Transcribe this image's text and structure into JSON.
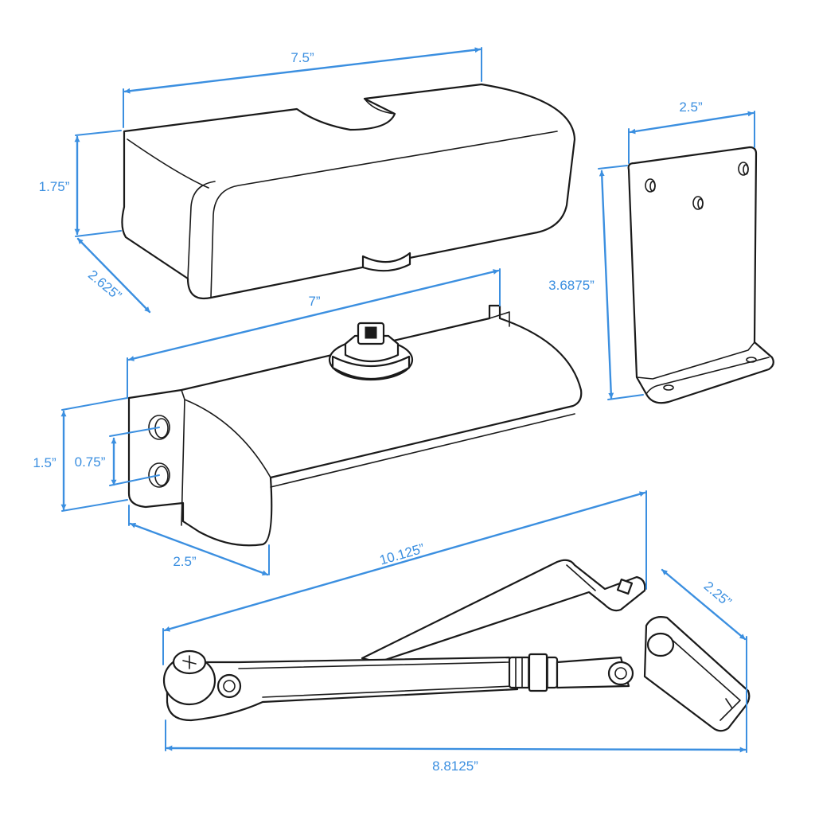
{
  "diagram": {
    "colors": {
      "dimension": "#3b8fe0",
      "outline": "#1a1a1a",
      "background": "#ffffff"
    },
    "parts": [
      {
        "id": "cover",
        "icon": "door-closer-cover-icon"
      },
      {
        "id": "bracket",
        "icon": "mounting-bracket-icon"
      },
      {
        "id": "body",
        "icon": "door-closer-body-icon"
      },
      {
        "id": "arm",
        "icon": "closer-arm-icon"
      }
    ],
    "dimensions": {
      "cover_length": "7.5”",
      "cover_height": "1.75”",
      "cover_depth": "2.625”",
      "bracket_width": "2.5”",
      "bracket_height": "3.6875”",
      "body_length": "7”",
      "body_height": "1.5”",
      "hole_spacing": "0.75”",
      "body_depth": "2.5”",
      "arm_extended": "10.125”",
      "arm_base": "8.8125”",
      "arm_width": "2.25”"
    }
  }
}
